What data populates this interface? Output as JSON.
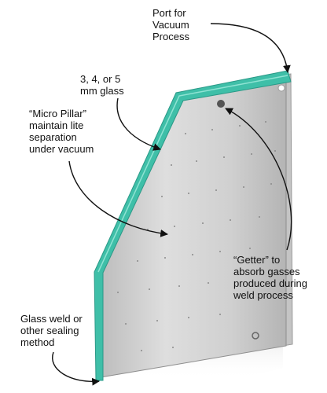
{
  "callouts": {
    "port": {
      "lines": [
        "Port for",
        "Vacuum",
        "Process"
      ]
    },
    "glass": {
      "lines": [
        "3, 4, or 5",
        "mm glass"
      ]
    },
    "pillar": {
      "lines": [
        "“Micro Pillar”",
        "maintain lite",
        "separation",
        "under vacuum"
      ]
    },
    "getter": {
      "lines": [
        "“Getter” to",
        "absorb gasses",
        "produced during",
        "weld process"
      ]
    },
    "weld": {
      "lines": [
        "Glass weld or",
        "other sealing",
        "method"
      ]
    }
  },
  "colors": {
    "glass_edge": "#3fbfa8",
    "pane": "#d2d2d2",
    "annotation": "#111111"
  }
}
